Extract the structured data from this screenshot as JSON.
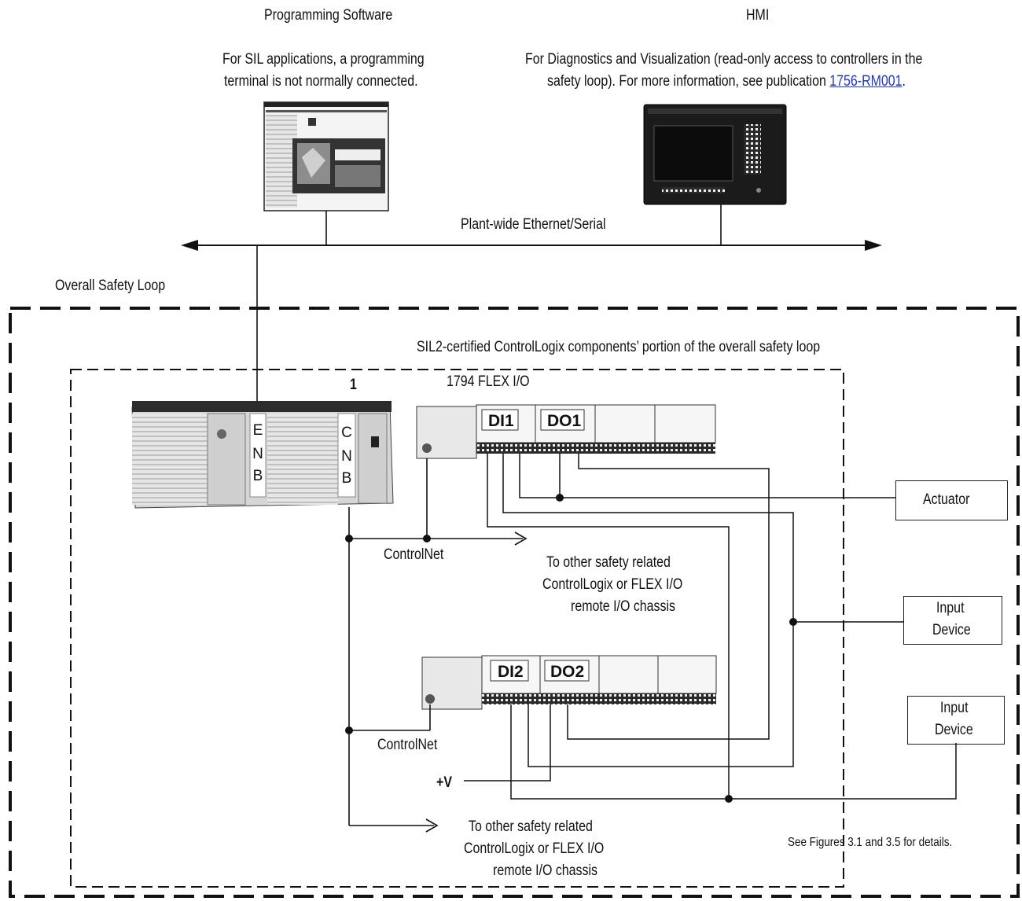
{
  "top": {
    "software": {
      "title": "Programming Software",
      "note_line1": "For SIL applications, a programming",
      "note_line2": "terminal is not normally connected."
    },
    "hmi": {
      "title": "HMI",
      "note_line1": "For Diagnostics and Visualization (read-only access to controllers in the",
      "note_line2_pre": "safety loop). For more information, see publication ",
      "note_link": "1756-RM001",
      "note_line2_post": "."
    },
    "network_label": "Plant-wide Ethernet/Serial"
  },
  "loop": {
    "overall_label": "Overall Safety Loop",
    "inner_label": "SIL2-certified ControlLogix components’ portion of the overall safety loop",
    "figure_note": "See Figures 3.1 and 3.5 for details."
  },
  "controller": {
    "callout": "1",
    "enb": [
      "E",
      "N",
      "B"
    ],
    "cnb": [
      "C",
      "N",
      "B"
    ]
  },
  "flex1": {
    "title": "1794 FLEX I/O",
    "modules": [
      "DI1",
      "DO1"
    ]
  },
  "flex2": {
    "modules": [
      "DI2",
      "DO2"
    ]
  },
  "controlnet": {
    "label1": "ControlNet",
    "label2": "ControlNet"
  },
  "remote1": {
    "line1": "To other safety related",
    "line2": "ControlLogix or FLEX I/O",
    "line3": "remote I/O chassis"
  },
  "remote2": {
    "line1": "To other safety related",
    "line2": "ControlLogix or FLEX I/O",
    "line3": "remote I/O chassis"
  },
  "devices": {
    "actuator": "Actuator",
    "input1_line1": "Input",
    "input1_line2": "Device",
    "input2_line1": "Input",
    "input2_line2": "Device"
  },
  "supply_label": "+V",
  "colors": {
    "line": "#111111",
    "link": "#1f37c9",
    "hardware_dark": "#1a1a1a",
    "hardware_light": "#d8d8d8"
  }
}
